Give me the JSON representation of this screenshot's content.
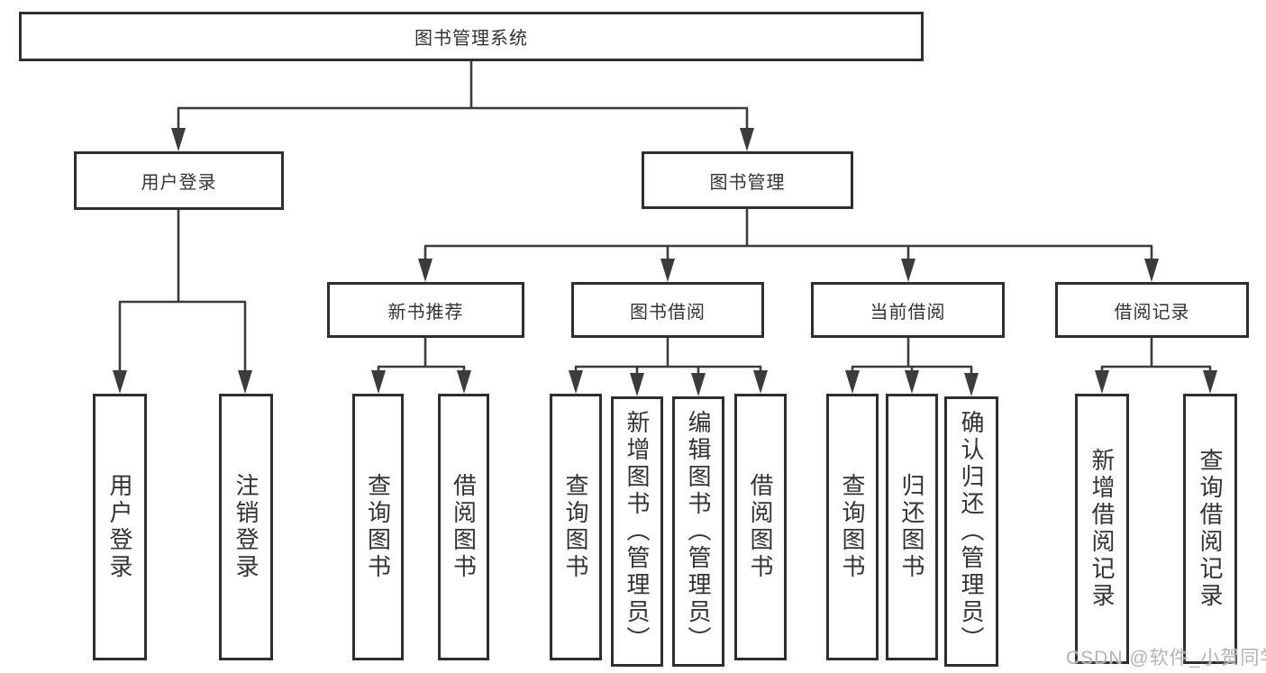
{
  "title": "图书管理系统",
  "tree": {
    "root": {
      "label": "图书管理系统",
      "children": [
        {
          "label": "用户登录",
          "children": [
            {
              "label": "用户登录"
            },
            {
              "label": "注销登录"
            }
          ]
        },
        {
          "label": "图书管理",
          "children": [
            {
              "label": "新书推荐",
              "children": [
                {
                  "label": "查询图书"
                },
                {
                  "label": "借阅图书"
                }
              ]
            },
            {
              "label": "图书借阅",
              "children": [
                {
                  "label": "查询图书"
                },
                {
                  "label": "新增图书（管理员）"
                },
                {
                  "label": "编辑图书（管理员）"
                },
                {
                  "label": "借阅图书"
                }
              ]
            },
            {
              "label": "当前借阅",
              "children": [
                {
                  "label": "查询图书"
                },
                {
                  "label": "归还图书"
                },
                {
                  "label": "确认归还（管理员）"
                }
              ]
            },
            {
              "label": "借阅记录",
              "children": [
                {
                  "label": "新增借阅记录"
                },
                {
                  "label": "查询借阅记录"
                }
              ]
            }
          ]
        }
      ]
    }
  },
  "watermark": {
    "text": "CSDN @软件_小贺同学"
  },
  "colors": {
    "line": "#3c3c3c",
    "box_border": "#2e2e2e",
    "box_background": "#ffffff",
    "text": "#333333",
    "watermark_text": "#b4b4b4",
    "page_background": "#ffffff"
  }
}
